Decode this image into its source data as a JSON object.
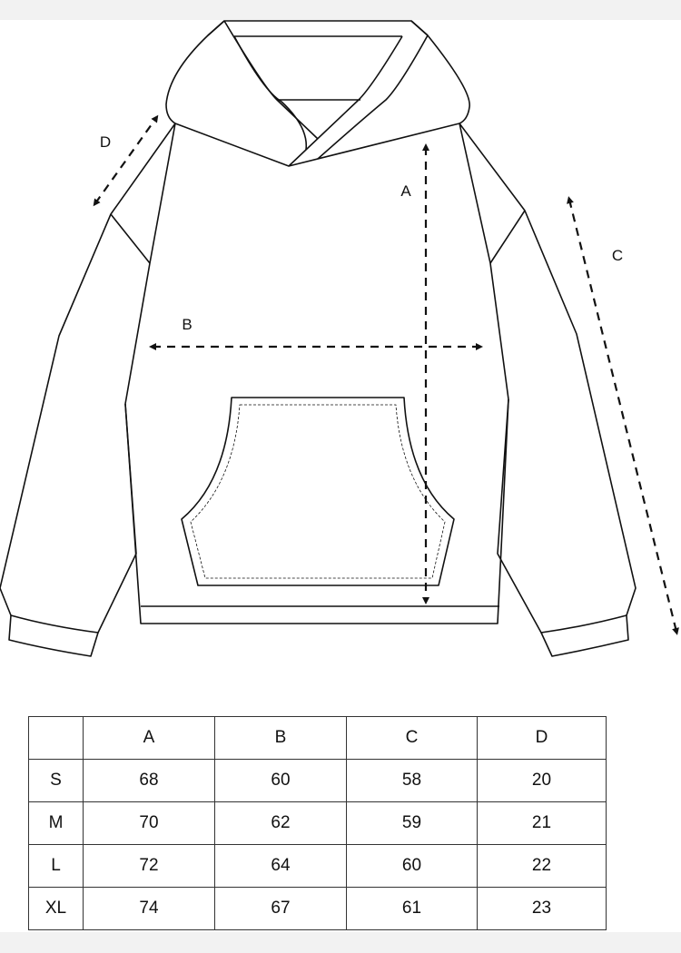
{
  "labels": {
    "a": "A",
    "b": "B",
    "c": "C",
    "d": "D"
  },
  "size_table": {
    "headers": [
      "",
      "A",
      "B",
      "C",
      "D"
    ],
    "rows": [
      [
        "S",
        "68",
        "60",
        "58",
        "20"
      ],
      [
        "M",
        "70",
        "62",
        "59",
        "21"
      ],
      [
        "L",
        "72",
        "64",
        "60",
        "22"
      ],
      [
        "XL",
        "74",
        "67",
        "61",
        "23"
      ]
    ]
  }
}
